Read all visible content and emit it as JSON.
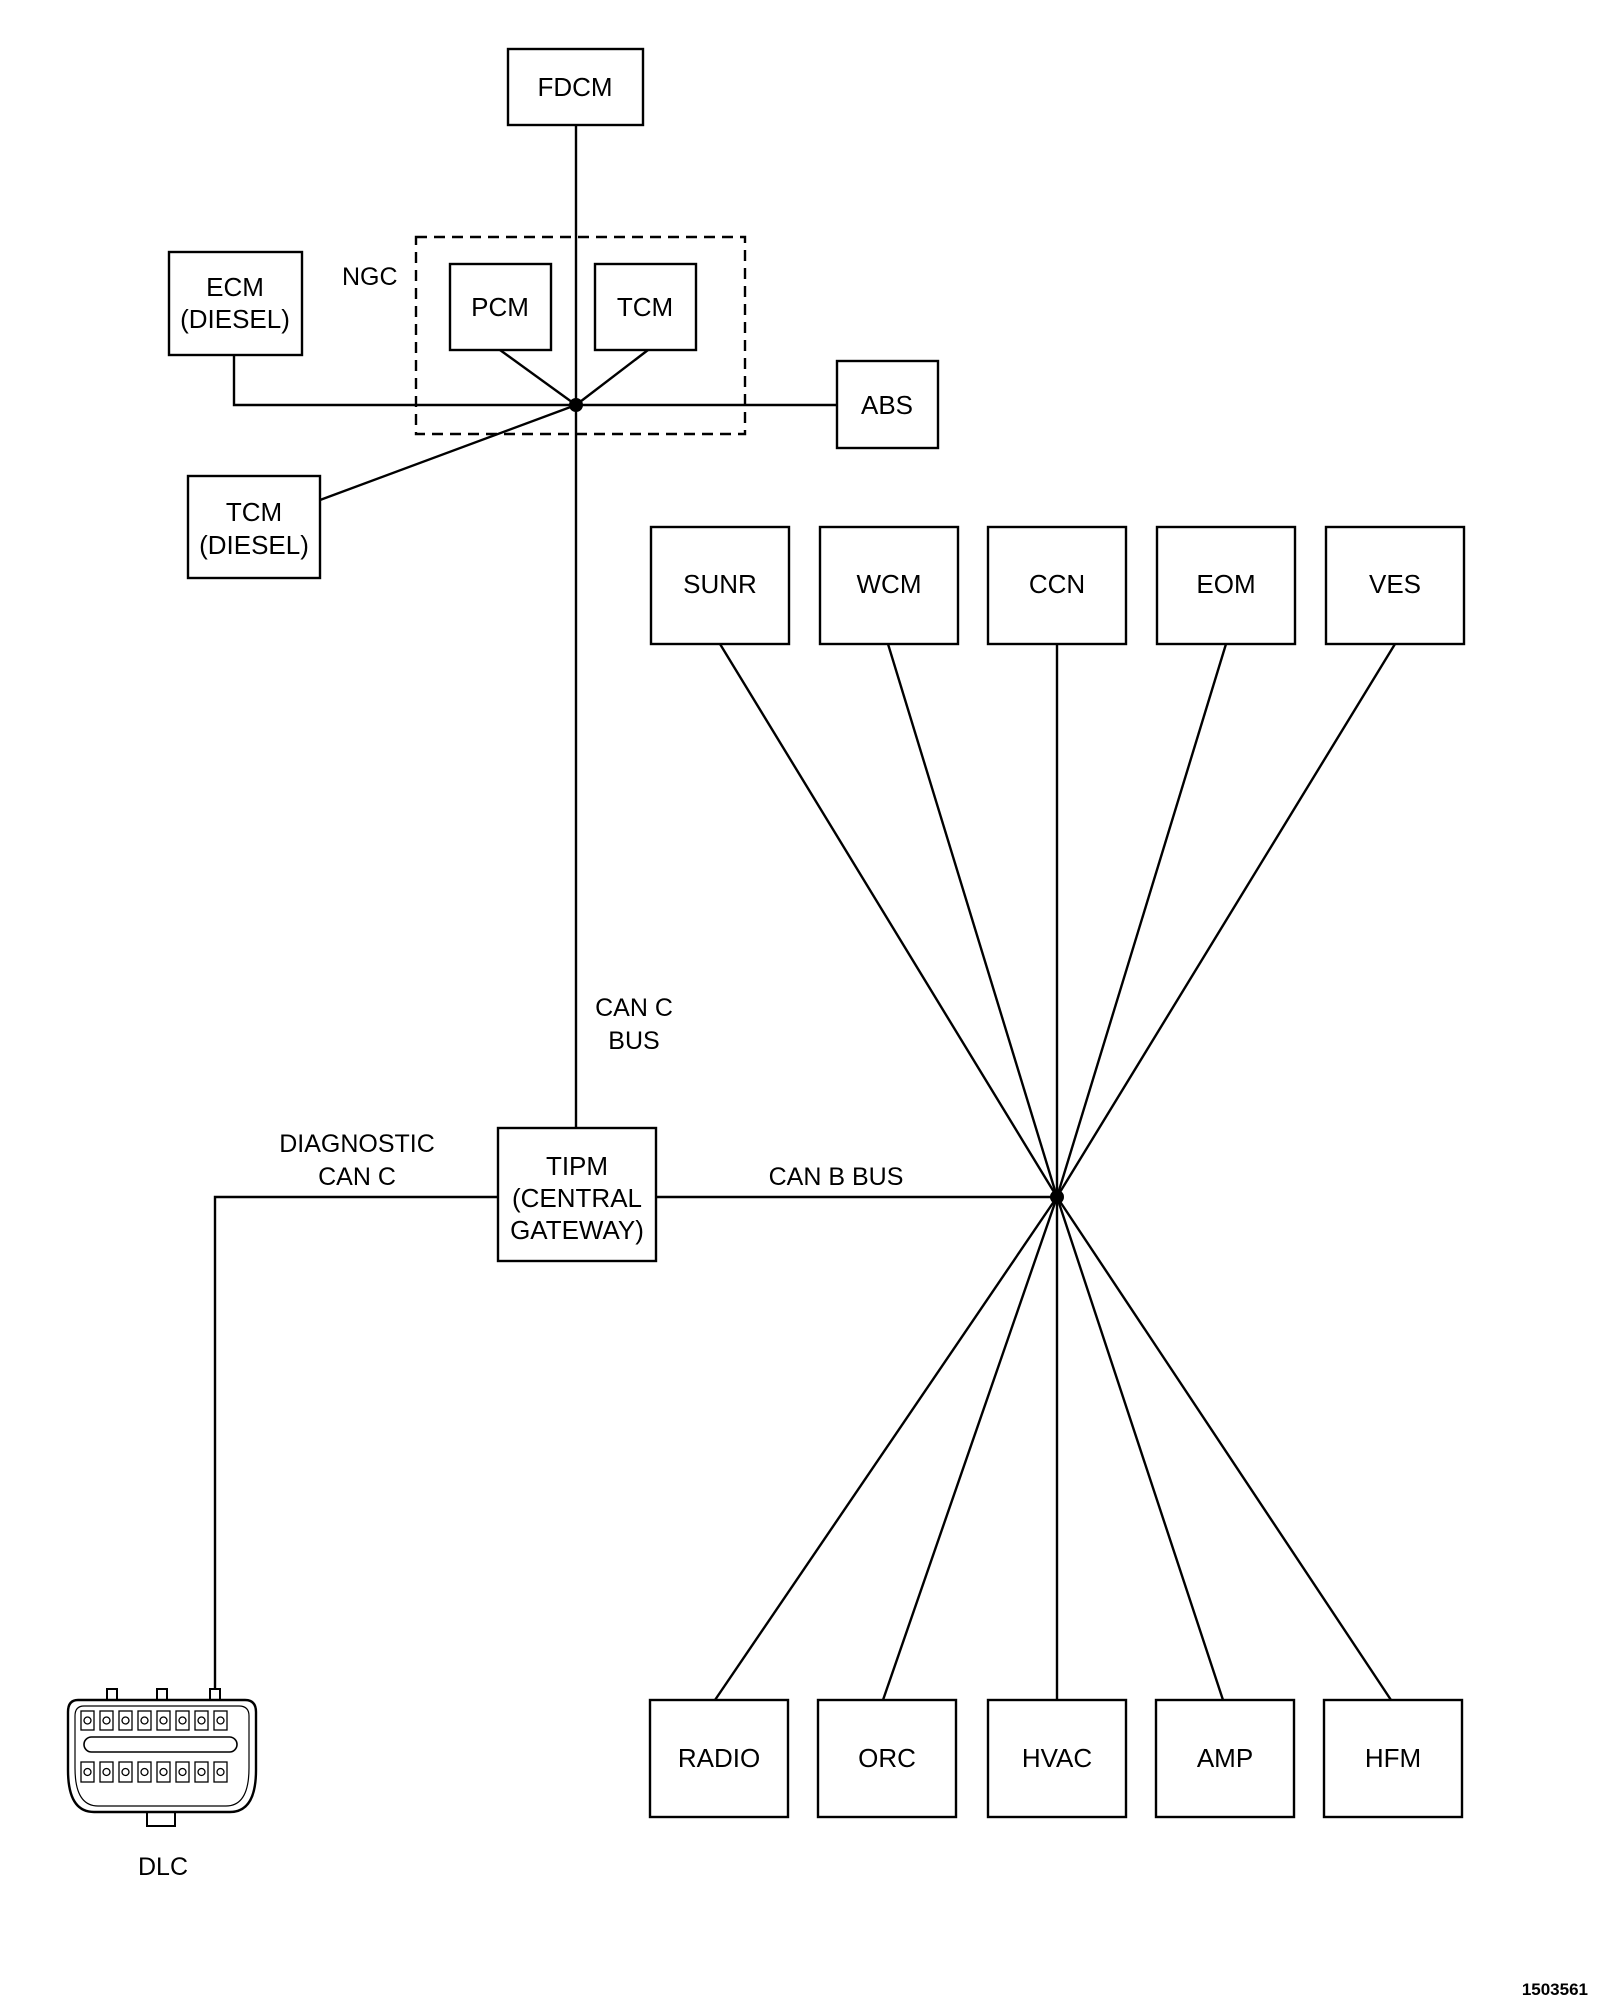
{
  "diagram": {
    "ngc_label": "NGC",
    "can_c_bus_label": [
      "CAN C",
      "BUS"
    ],
    "can_b_bus_label": "CAN B BUS",
    "diagnostic_label": [
      "DIAGNOSTIC",
      "CAN C"
    ],
    "dlc_label": "DLC",
    "figure_id": "1503561",
    "modules": {
      "fdcm": [
        "FDCM"
      ],
      "ecm_diesel": [
        "ECM",
        "(DIESEL)"
      ],
      "pcm": [
        "PCM"
      ],
      "tcm": [
        "TCM"
      ],
      "abs": [
        "ABS"
      ],
      "tcm_diesel": [
        "TCM",
        "(DIESEL)"
      ],
      "tipm": [
        "TIPM",
        "(CENTRAL",
        "GATEWAY)"
      ],
      "sunr": [
        "SUNR"
      ],
      "wcm": [
        "WCM"
      ],
      "ccn": [
        "CCN"
      ],
      "eom": [
        "EOM"
      ],
      "ves": [
        "VES"
      ],
      "radio": [
        "RADIO"
      ],
      "orc": [
        "ORC"
      ],
      "hvac": [
        "HVAC"
      ],
      "amp": [
        "AMP"
      ],
      "hfm": [
        "HFM"
      ]
    },
    "connections": [
      [
        "fdcm",
        "can_c_node"
      ],
      [
        "pcm",
        "can_c_node"
      ],
      [
        "tcm",
        "can_c_node"
      ],
      [
        "ecm_diesel",
        "can_c_node"
      ],
      [
        "abs",
        "can_c_node"
      ],
      [
        "tcm_diesel",
        "can_c_node"
      ],
      [
        "can_c_node",
        "tipm"
      ],
      [
        "tipm",
        "can_b_node"
      ],
      [
        "tipm",
        "dlc"
      ],
      [
        "sunr",
        "can_b_node"
      ],
      [
        "wcm",
        "can_b_node"
      ],
      [
        "ccn",
        "can_b_node"
      ],
      [
        "eom",
        "can_b_node"
      ],
      [
        "ves",
        "can_b_node"
      ],
      [
        "radio",
        "can_b_node"
      ],
      [
        "orc",
        "can_b_node"
      ],
      [
        "hvac",
        "can_b_node"
      ],
      [
        "amp",
        "can_b_node"
      ],
      [
        "hfm",
        "can_b_node"
      ]
    ]
  }
}
